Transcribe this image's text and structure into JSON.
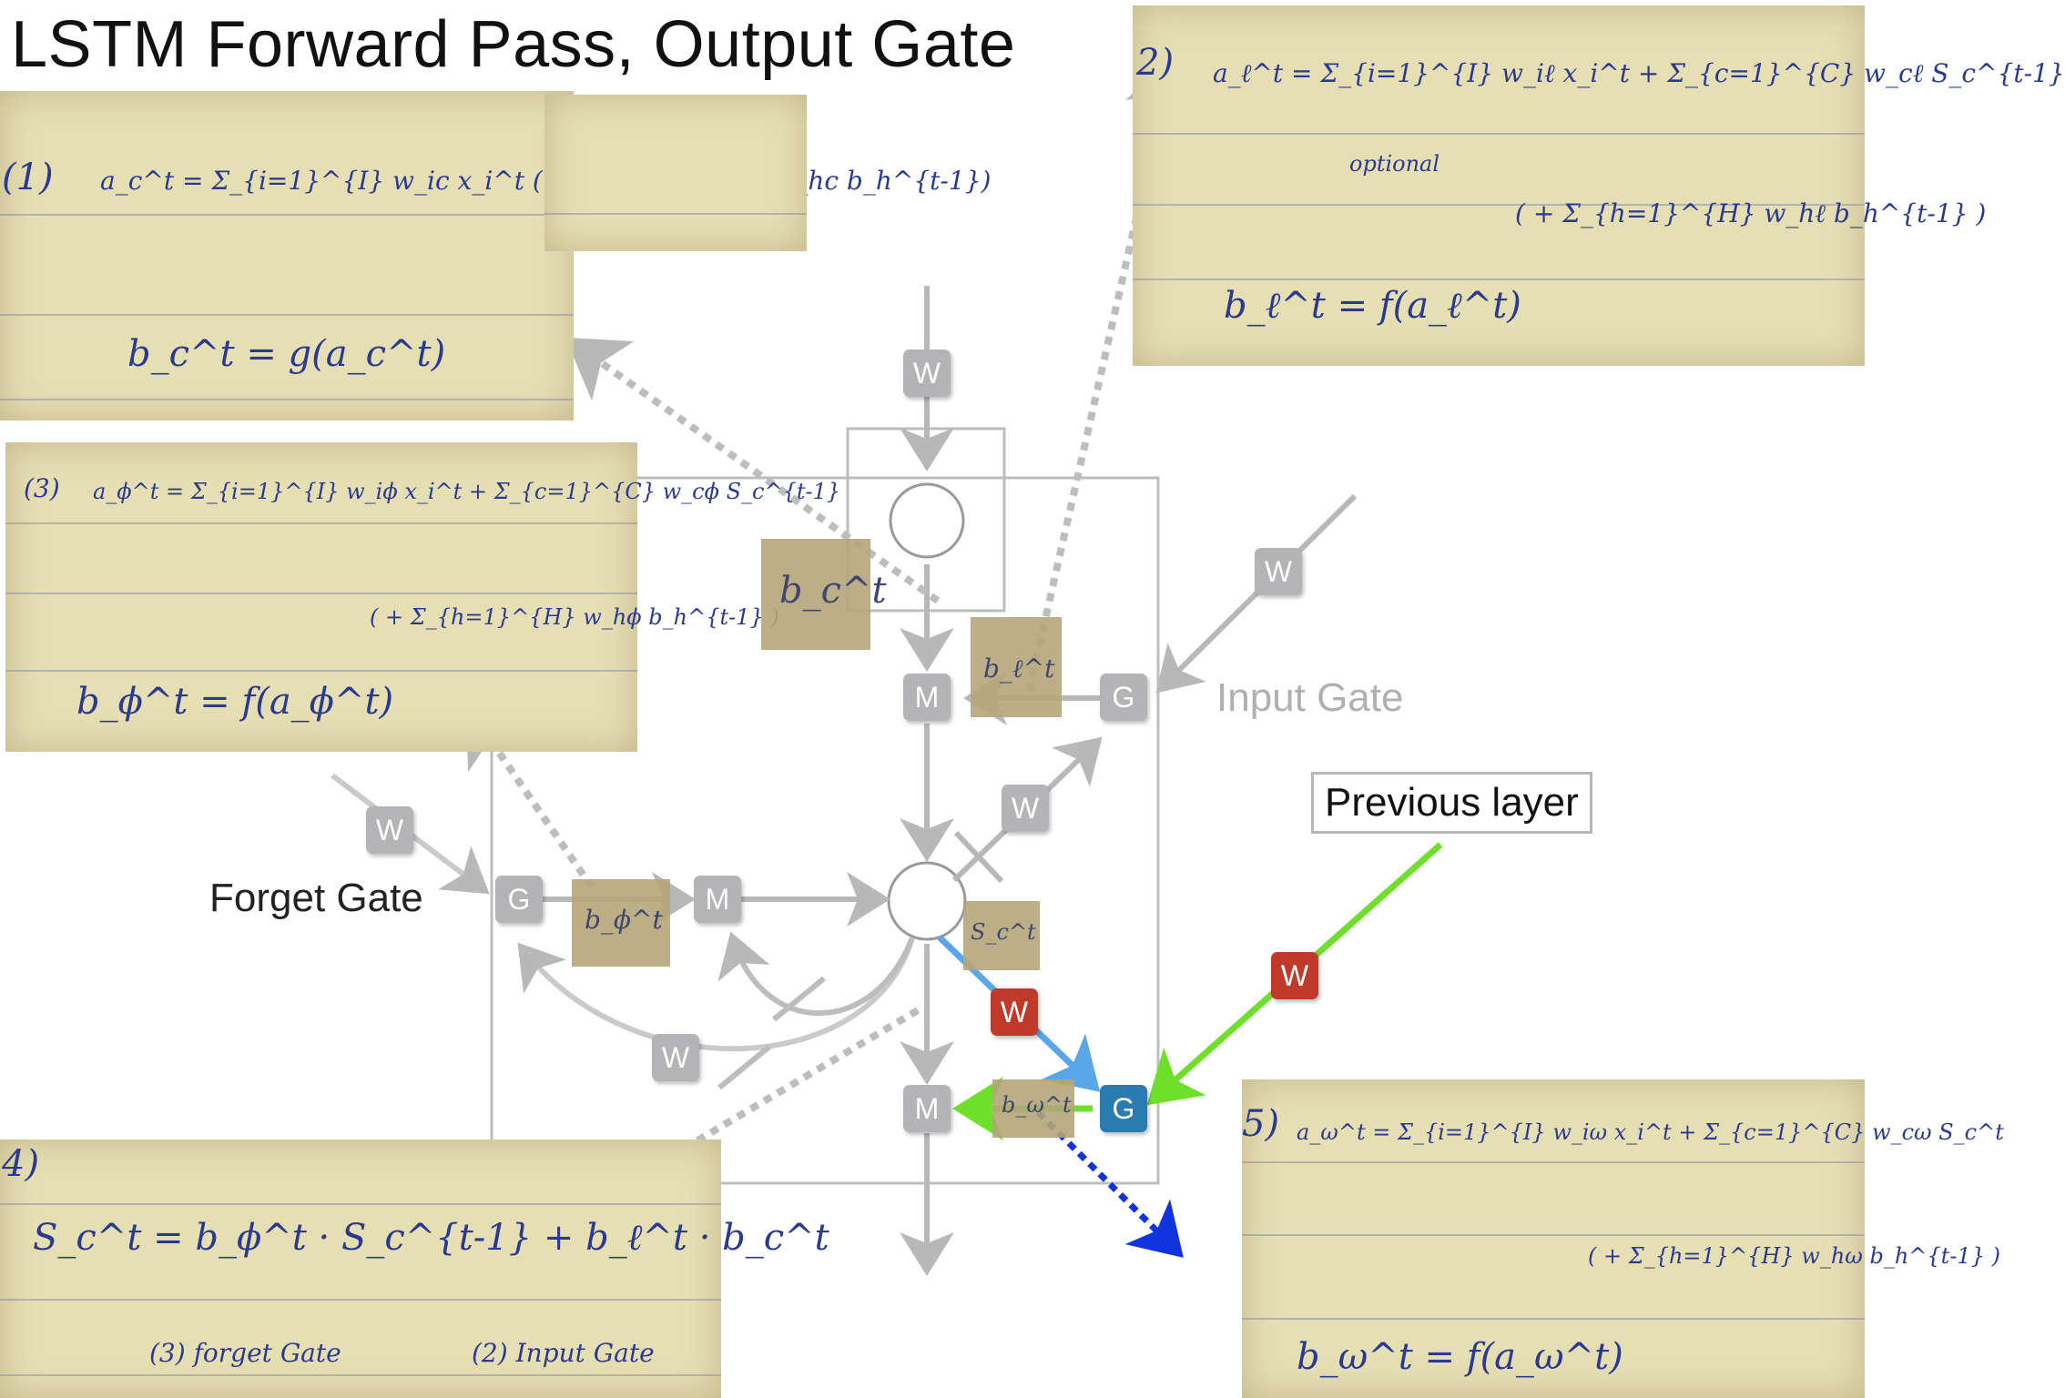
{
  "title": "LSTM Forward Pass,  Output Gate",
  "labels": {
    "input_gate": "Input Gate",
    "forget_gate": "Forget Gate",
    "previous_layer": "Previous layer"
  },
  "nodes": {
    "w": "W",
    "m": "M",
    "g": "G"
  },
  "notes": {
    "eq1": {
      "num": "(1)",
      "line1": "a_c^t = Σ_{i=1}^{I} w_ic x_i^t (+ Σ_{h=1}^{H} w_hc b_h^{t-1})",
      "line2": "b_c^t = g(a_c^t)"
    },
    "eq2": {
      "num": "2)",
      "line1": "a_ℓ^t = Σ_{i=1}^{I} w_iℓ x_i^t + Σ_{c=1}^{C} w_cℓ S_c^{t-1}",
      "optional": "optional",
      "line2": "( + Σ_{h=1}^{H} w_hℓ b_h^{t-1} )",
      "line3": "b_ℓ^t = f(a_ℓ^t)"
    },
    "eq3": {
      "num": "(3)",
      "line1": "a_ϕ^t = Σ_{i=1}^{I} w_iϕ x_i^t + Σ_{c=1}^{C} w_cϕ S_c^{t-1}",
      "line2": "( + Σ_{h=1}^{H} w_hϕ b_h^{t-1} )",
      "line3": "b_ϕ^t = f(a_ϕ^t)"
    },
    "eq4": {
      "num": "4)",
      "line1": "S_c^t = b_ϕ^t · S_c^{t-1} + b_ℓ^t · b_c^t",
      "under1": "(3) forget Gate",
      "under2": "(2) Input Gate"
    },
    "eq5": {
      "num": "5)",
      "line1": "a_ω^t = Σ_{i=1}^{I} w_iω x_i^t + Σ_{c=1}^{C} w_cω S_c^t",
      "line2": "( + Σ_{h=1}^{H} w_hω b_h^{t-1} )",
      "line3": "b_ω^t = f(a_ω^t)"
    }
  },
  "snippets": {
    "bc": "b_c^t",
    "bl": "b_ℓ^t",
    "bphi": "b_ϕ^t",
    "sc": "S_c^t",
    "bw": "b_ω^t"
  },
  "colors": {
    "gray_node": "#b4b4b6",
    "red_node": "#c0392b",
    "blue_node": "#2a7bb0",
    "green_line": "#6ee02c",
    "blue_line": "#5aa6e8",
    "dark_blue_arrow": "#1133dd",
    "paper": "#e7dfb4",
    "ink": "#2a3a8e"
  }
}
